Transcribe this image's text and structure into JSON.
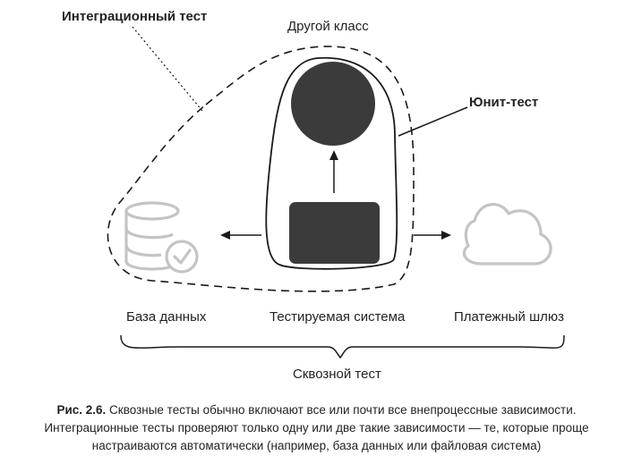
{
  "labels": {
    "integration_test": "Интеграционный тест",
    "other_class": "Другой класс",
    "unit_test": "Юнит-тест",
    "database": "База данных",
    "system_under_test": "Тестируемая система",
    "payment_gateway": "Платежный шлюз",
    "end_to_end_test": "Сквозной тест"
  },
  "caption": {
    "figure_label": "Рис. 2.6.",
    "line1_text": " Сквозные тесты обычно включают все или почти все внепроцессные зависимости.",
    "line2": "Интеграционные тесты проверяют только одну или две такие зависимости — те, которые проще",
    "line3": "настраиваются автоматически (например, база данных или файловая система)"
  },
  "icons": {
    "database": "database-check-icon",
    "cloud": "cloud-icon"
  },
  "colors": {
    "stroke": "#1a1a1a",
    "fill_dark": "#3b3b3b",
    "icon_gray": "#c4c4c4"
  }
}
